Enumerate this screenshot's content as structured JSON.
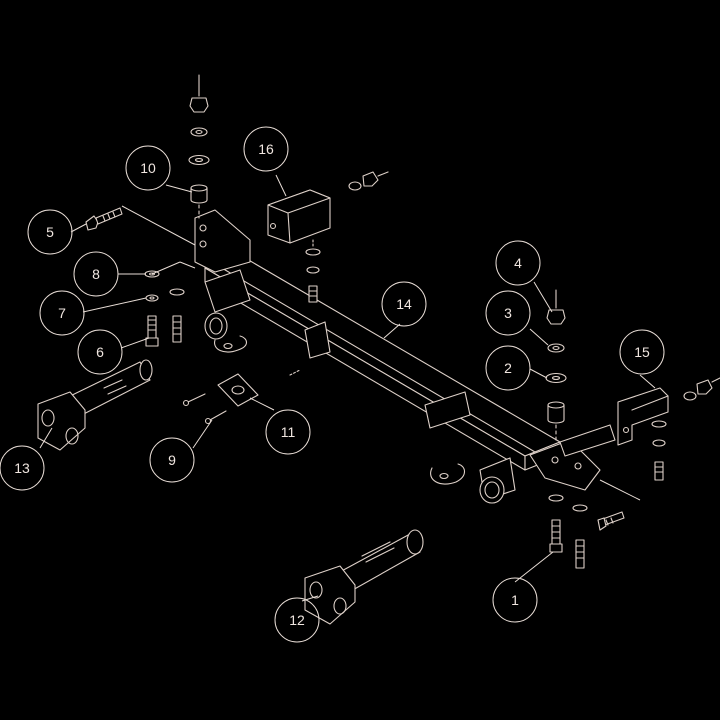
{
  "diagram": {
    "colors": {
      "background": "#000000",
      "line": "#ddd0c8"
    },
    "callouts": [
      {
        "id": "callout-1",
        "label": "1"
      },
      {
        "id": "callout-2",
        "label": "2"
      },
      {
        "id": "callout-3",
        "label": "3"
      },
      {
        "id": "callout-4",
        "label": "4"
      },
      {
        "id": "callout-5",
        "label": "5"
      },
      {
        "id": "callout-6",
        "label": "6"
      },
      {
        "id": "callout-7",
        "label": "7"
      },
      {
        "id": "callout-8",
        "label": "8"
      },
      {
        "id": "callout-9",
        "label": "9"
      },
      {
        "id": "callout-10",
        "label": "10"
      },
      {
        "id": "callout-11",
        "label": "11"
      },
      {
        "id": "callout-12",
        "label": "12"
      },
      {
        "id": "callout-13",
        "label": "13"
      },
      {
        "id": "callout-14",
        "label": "14"
      },
      {
        "id": "callout-15",
        "label": "15"
      },
      {
        "id": "callout-16",
        "label": "16"
      }
    ]
  }
}
